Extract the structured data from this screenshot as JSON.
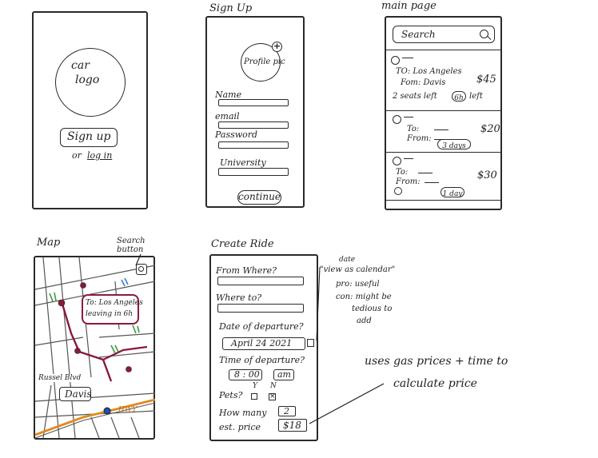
{
  "screens": {
    "login": {
      "logo_line1": "car",
      "logo_line2": "logo",
      "signup_button": "Sign up",
      "or_text": "or",
      "login_link": "log in"
    },
    "signup": {
      "title": "Sign Up",
      "profile_pic": "Profile pic",
      "name_label": "Name",
      "email_label": "email",
      "password_label": "Password",
      "university_label": "University",
      "continue_button": "continue"
    },
    "main_page": {
      "title": "main page",
      "search_placeholder": "Search",
      "rides": [
        {
          "to": "TO: Los Angeles",
          "from": "Fom: Davis",
          "price": "$45",
          "seats": "2 seats left",
          "time": "6h",
          "time_suffix": "left"
        },
        {
          "to": "To:",
          "from": "From:",
          "price": "$20",
          "time": "3 days"
        },
        {
          "to": "To:",
          "from": "From:",
          "price": "$30",
          "time": "1 day"
        }
      ]
    },
    "map": {
      "title": "Map",
      "search_button_annotation": "Search button",
      "popup_line1": "To: Los Angeles",
      "popup_line2": "leaving in 6h",
      "street_label": "Russel Blvd",
      "city_badge": "Davis",
      "hwy_label": "HWY"
    },
    "create_ride": {
      "title": "Create Ride",
      "from_label": "From Where?",
      "to_label": "Where to?",
      "date_label": "Date of departure?",
      "date_value": "April 24 2021",
      "time_label": "Time of departure?",
      "time_value": "8 : 00",
      "ampm_value": "am",
      "pets_label": "Pets?",
      "pets_yes": "Y",
      "pets_no": "N",
      "how_many_label": "How many",
      "how_many_value": "2",
      "price_label": "est. price",
      "price_value": "$18",
      "note_title_extra": "date",
      "note_title": "\"view as calendar\"",
      "note_pro": "pro: useful",
      "note_con1": "con: might be",
      "note_con2": "tedious to",
      "note_con3": "add",
      "gas_note_line1": "uses gas prices + time to",
      "gas_note_line2": "calculate price"
    }
  }
}
